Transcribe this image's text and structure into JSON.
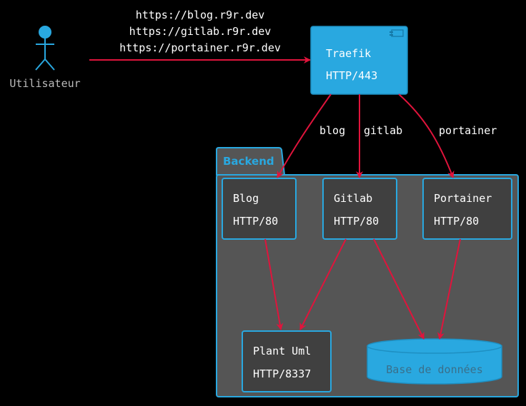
{
  "actor": {
    "label": "Utilisateur"
  },
  "entry_urls": [
    "https://blog.r9r.dev",
    "https://gitlab.r9r.dev",
    "https://portainer.r9r.dev"
  ],
  "traefik": {
    "name": "Traefik",
    "port": "HTTP/443"
  },
  "package": {
    "name": "Backend"
  },
  "services": {
    "blog": {
      "name": "Blog",
      "port": "HTTP/80"
    },
    "gitlab": {
      "name": "Gitlab",
      "port": "HTTP/80"
    },
    "portainer": {
      "name": "Portainer",
      "port": "HTTP/80"
    },
    "plantuml": {
      "name": "Plant Uml",
      "port": "HTTP/8337"
    }
  },
  "database": {
    "name": "Base de données"
  },
  "route_labels": {
    "blog": "blog",
    "gitlab": "gitlab",
    "portainer": "portainer"
  },
  "colors": {
    "background": "#000000",
    "accent": "#29A8E0",
    "arrow": "#E0143C",
    "node_fill": "#404040",
    "package_fill": "#555555",
    "text": "#FFFFFF",
    "muted_text": "#BBBBBB"
  }
}
